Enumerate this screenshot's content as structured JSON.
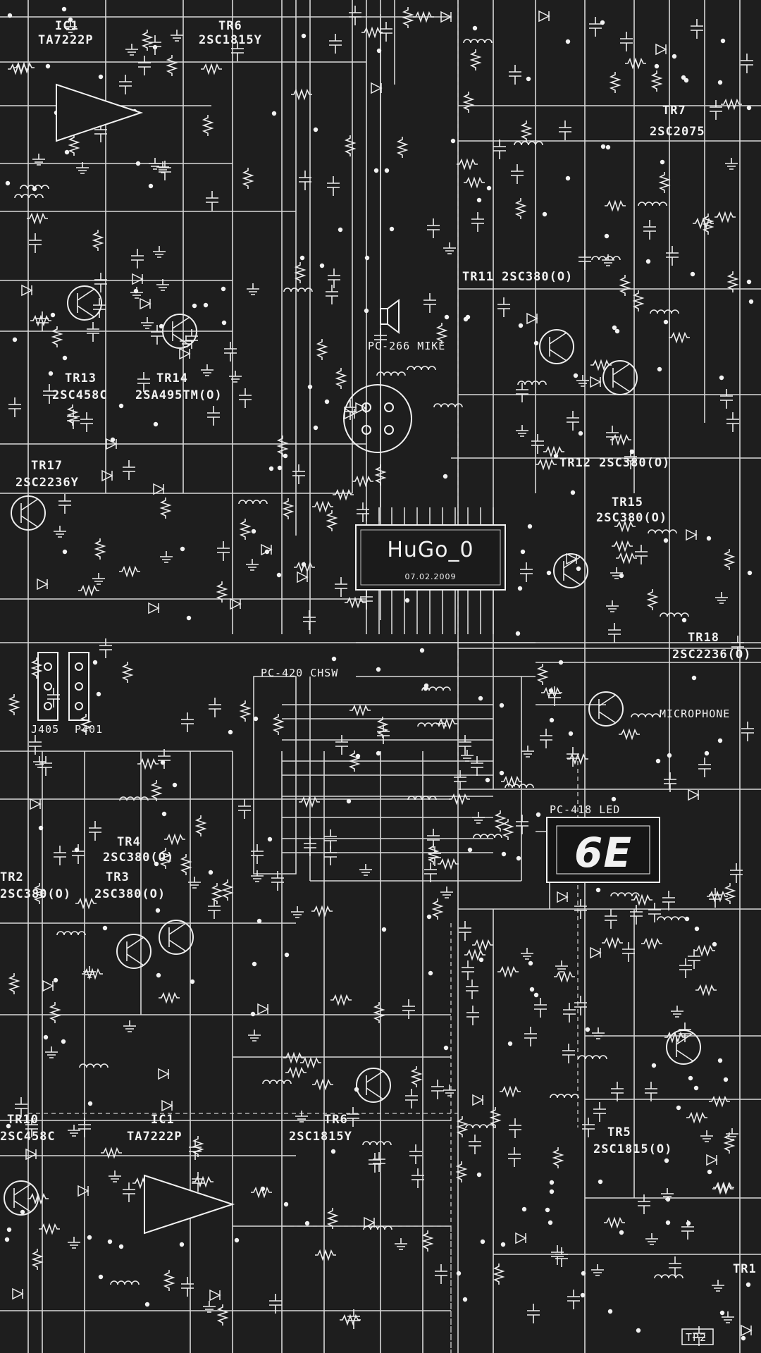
{
  "chip": {
    "name": "HuGo_0",
    "date": "07.02.2009"
  },
  "led": {
    "label": "PC-418 LED",
    "display": "6E"
  },
  "labels": {
    "ic1_top": "IC1",
    "ic1_top_part": "TA7222P",
    "tr6_top": "TR6",
    "tr6_top_part": "2SC1815Y",
    "tr7": "TR7",
    "tr7_part": "2SC2075",
    "tr11": "TR11  2SC380(O)",
    "tr13": "TR13",
    "tr13_part": "2SC458C",
    "tr14": "TR14",
    "tr14_part": "2SA495TM(O)",
    "tr17": "TR17",
    "tr17_part": "2SC2236Y",
    "tr12": "TR12  2SC380(O)",
    "tr15": "TR15",
    "tr15_part": "2SC380(O)",
    "tr18": "TR18",
    "tr18_part": "2SC2236(O)",
    "pc266": "PC-266 MIKE",
    "pc420": "PC-420  CHSW",
    "microphone": "MICROPHONE",
    "j405": "J405",
    "p401": "P401",
    "tr4": "TR4",
    "tr4_part": "2SC380(O)",
    "tr3": "TR3",
    "tr3_part": "2SC380(O)",
    "tr2": "TR2",
    "tr2_part": "2SC380(O)",
    "tr10": "TR10",
    "tr10_part": "2SC458C",
    "ic1_bot": "IC1",
    "ic1_bot_part": "TA7222P",
    "tr6_bot": "TR6",
    "tr6_bot_part": "2SC1815Y",
    "tr5": "TR5",
    "tr5_part": "2SC1815(O)",
    "tr1": "TR1",
    "tp2": "TP2"
  },
  "colors": {
    "background": "#1e1e1e",
    "ink": "#f2f2f2"
  }
}
